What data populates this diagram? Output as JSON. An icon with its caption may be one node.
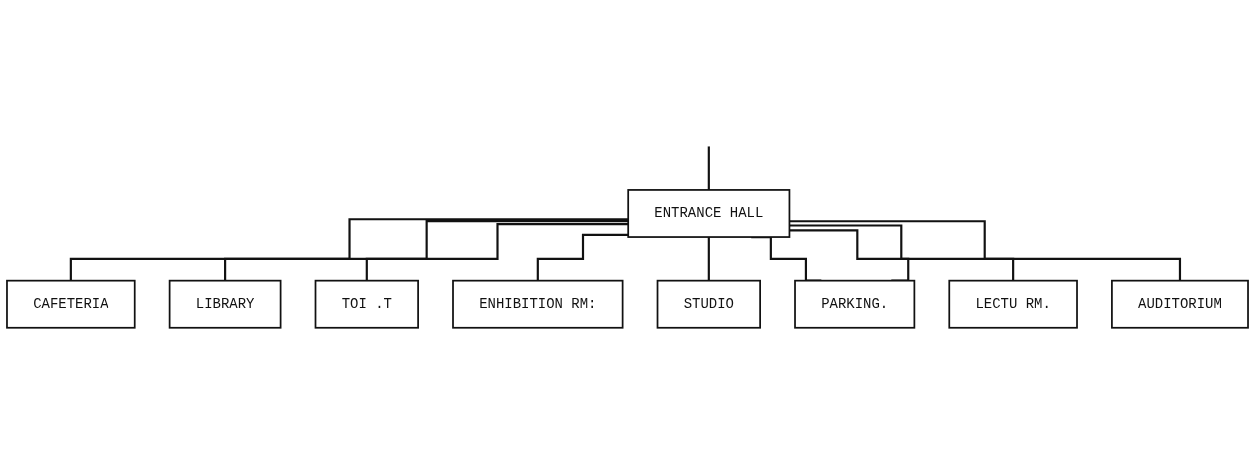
{
  "diagram": {
    "nodes": [
      {
        "text": [
          "CAFETERIA"
        ]
      },
      {
        "text": [
          "LIBRARY"
        ]
      },
      {
        "text": [
          "TOI .T"
        ]
      },
      {
        "text": [
          "ENTRANCE HALL"
        ]
      },
      {
        "text": [
          "ENHIBITION RM:"
        ]
      },
      {
        "text": [
          "STUDIO"
        ]
      },
      {
        "text": [
          "PARKING."
        ]
      },
      {
        "text": [
          "LECTU RM."
        ]
      },
      {
        "text": [
          "AUDITORIUM"
        ]
      }
    ],
    "edges": [
      {
        "from": 3,
        "to": 0,
        "arrow": "none"
      },
      {
        "from": 3,
        "to": 1,
        "arrow": "none"
      },
      {
        "from": 3,
        "to": 2,
        "arrow": "none"
      },
      {
        "from": null,
        "to": 3,
        "arrow": "none"
      },
      {
        "from": 3,
        "to": 4,
        "arrow": "none"
      },
      {
        "from": 3,
        "to": 5,
        "arrow": "none"
      },
      {
        "from": 3,
        "to": 6,
        "arrow": "none"
      },
      {
        "from": 3,
        "to": 6,
        "arrow": "none"
      },
      {
        "from": 3,
        "to": 7,
        "arrow": "none"
      },
      {
        "from": 3,
        "to": 8,
        "arrow": "none"
      }
    ]
  }
}
